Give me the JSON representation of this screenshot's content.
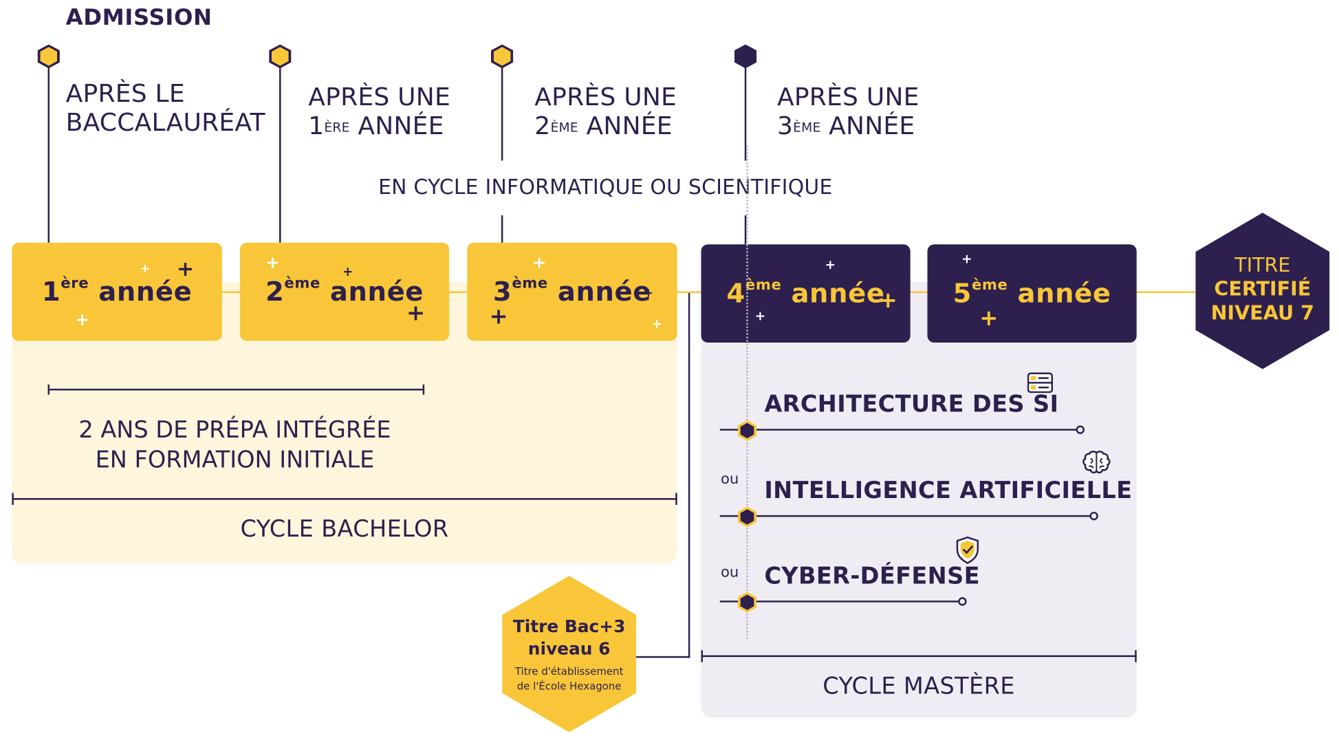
{
  "admission": {
    "title": "ADMISSION",
    "items": [
      {
        "line1": "APRÈS LE",
        "line2": "BACCALAURÉAT"
      },
      {
        "line1": "APRÈS UNE",
        "num": "1",
        "sup": "ÈRE",
        "word": " ANNÉE"
      },
      {
        "line1": "APRÈS UNE",
        "num": "2",
        "sup": "ÈME",
        "word": " ANNÉE"
      },
      {
        "line1": "APRÈS UNE",
        "num": "3",
        "sup": "ÈME",
        "word": " ANNÉE"
      }
    ],
    "cycle_note": "EN CYCLE INFORMATIQUE OU SCIENTIFIQUE"
  },
  "years": [
    {
      "num": "1",
      "sup": "ère",
      "word": " année"
    },
    {
      "num": "2",
      "sup": "ème",
      "word": " année"
    },
    {
      "num": "3",
      "sup": "ème",
      "word": " année"
    },
    {
      "num": "4",
      "sup": "ème",
      "word": " année"
    },
    {
      "num": "5",
      "sup": "ème",
      "word": " année"
    }
  ],
  "plus_symbol": "+",
  "bachelor": {
    "prepa_line1": "2 ANS DE PRÉPA INTÉGRÉE",
    "prepa_line2": "EN FORMATION INITIALE",
    "cycle_label": "CYCLE BACHELOR"
  },
  "master": {
    "specializations": [
      {
        "label": "ARCHITECTURE DES SI",
        "icon": "server-icon"
      },
      {
        "label": "INTELLIGENCE ARTIFICIELLE",
        "icon": "brain-icon"
      },
      {
        "label": "CYBER-DÉFENSE",
        "icon": "shield-check-icon"
      }
    ],
    "or_label": "ou",
    "cycle_label": "CYCLE MASTÈRE"
  },
  "title_badge": {
    "line1": "TITRE",
    "line2": "CERTIFIÉ",
    "line3": "NIVEAU 7"
  },
  "bac3_badge": {
    "line1": "Titre Bac+3",
    "line2": "niveau 6",
    "sub1": "Titre d'établissement",
    "sub2": "de l'École Hexagone"
  },
  "colors": {
    "yellow": "#f8c638",
    "dark": "#2d1f4e",
    "light_yellow": "#fef6dc",
    "light_gray": "#efedf3"
  }
}
